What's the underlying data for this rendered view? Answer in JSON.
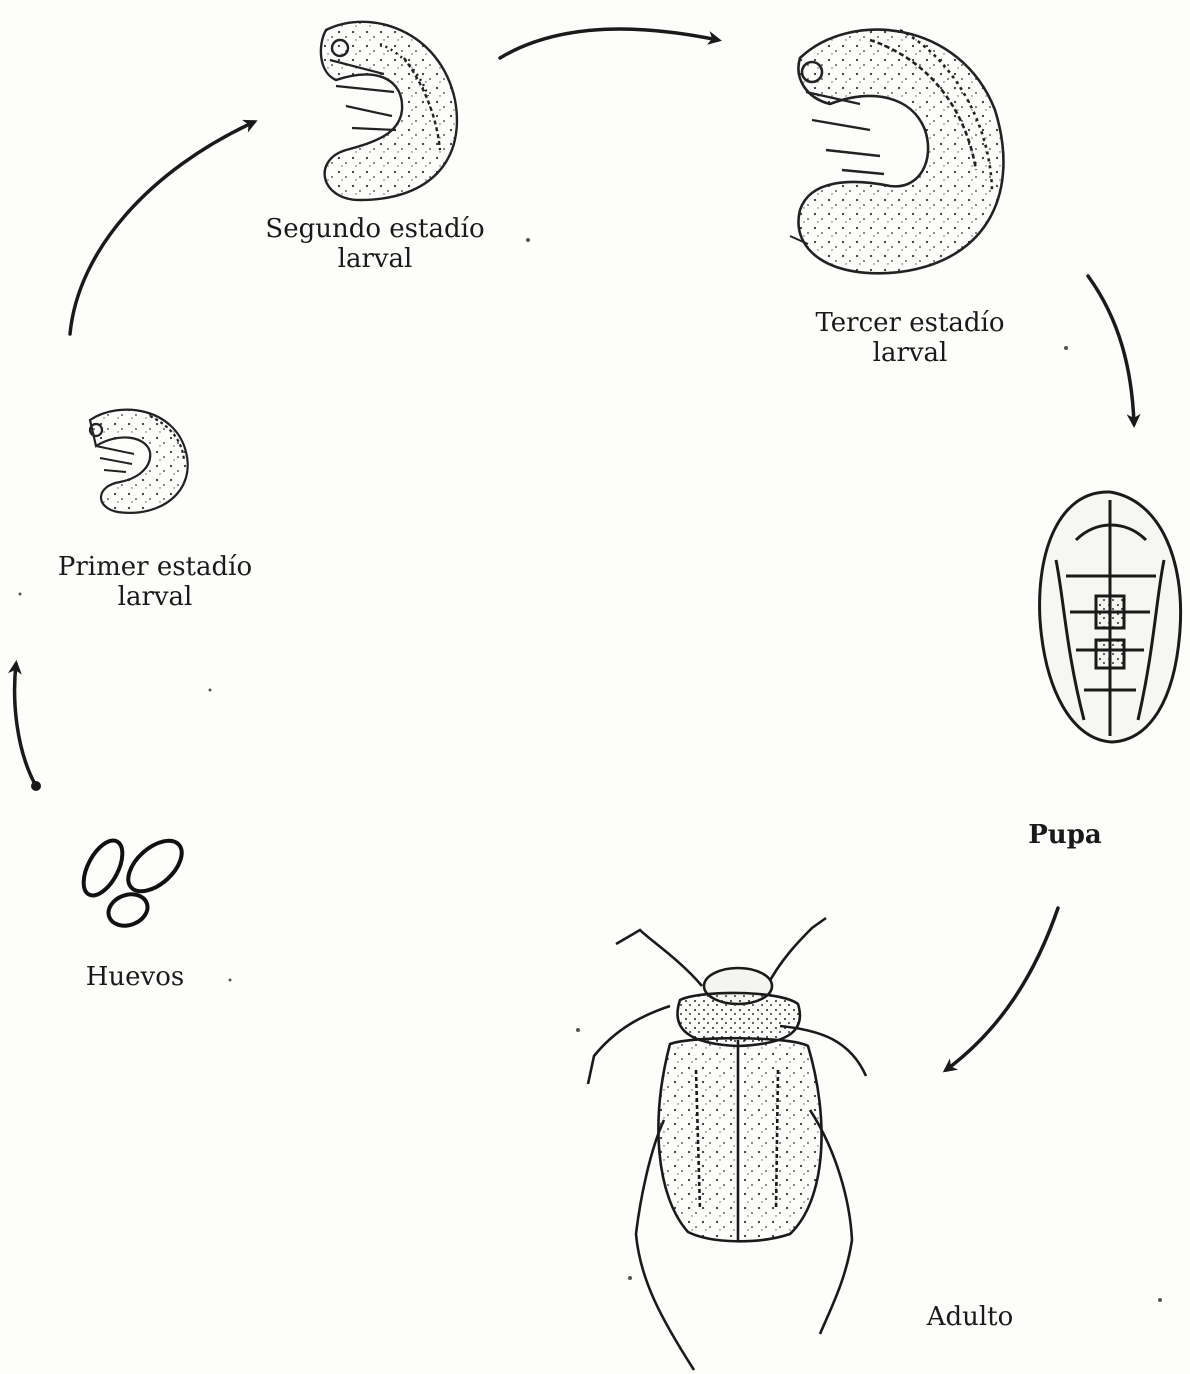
{
  "stages": {
    "second_instar": {
      "line1": "Segundo estadío",
      "line2": "larval"
    },
    "third_instar": {
      "line1": "Tercer estadío",
      "line2": "larval"
    },
    "first_instar": {
      "line1": "Primer estadío",
      "line2": "larval"
    },
    "pupa": {
      "label": "Pupa"
    },
    "eggs": {
      "label": "Huevos"
    },
    "adult": {
      "label": "Adulto"
    }
  },
  "colors": {
    "ink": "#1a1a1a",
    "paper": "#fdfdfb"
  }
}
